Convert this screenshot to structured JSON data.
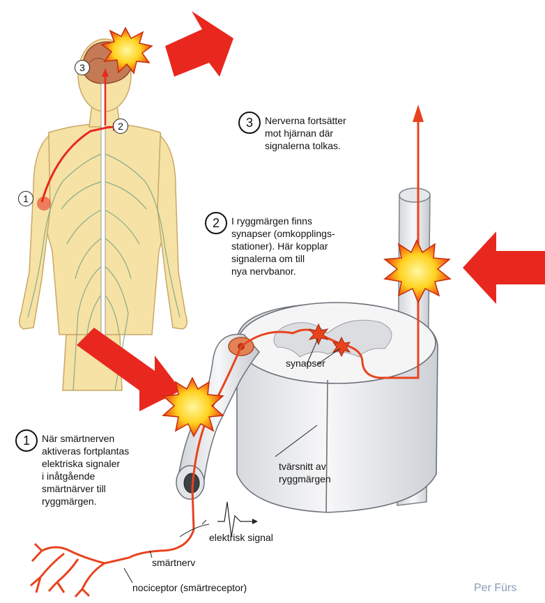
{
  "steps": [
    {
      "num": "1",
      "text": "När smärtnerven\naktiveras fortplantas\nelektriska signaler\ni inåtgående\nsmärtnärver till\nryggmärgen."
    },
    {
      "num": "2",
      "text": "I ryggmärgen finns\nsynapser (omkopplings-\nstationer). Här kopplar\nsignalerna om till\nnya nervbanor."
    },
    {
      "num": "3",
      "text": "Nerverna fortsätter\nmot hjärnan där\nsignalerna tolkas."
    }
  ],
  "body_markers": [
    "1",
    "2",
    "3"
  ],
  "labels": {
    "synapser": "synapser",
    "tvarsnitt": "tvärsnitt av\nryggmärgen",
    "elektrisk": "elektrisk signal",
    "smartnerv": "smärtnerv",
    "nociceptor": "nociceptor (smärtreceptor)"
  },
  "credit": "Per Fürs",
  "colors": {
    "arrow": "#e8281e",
    "nerve": "#e85a1e",
    "skin": "#f6e2a4",
    "burst_outer": "#f23a12",
    "burst_inner": "#ffe43a"
  }
}
